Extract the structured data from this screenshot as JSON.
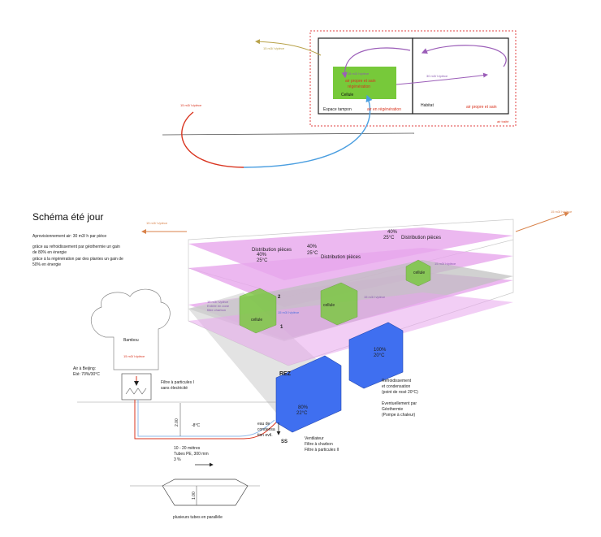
{
  "top_diagram": {
    "flow_left_top": "15 m3/ h/pièce",
    "flow_left_mid": "15 m3/ h/pièce",
    "flow_cell_inner": "15 m3/ h/pièce",
    "flow_habitat": "30 m3/ h/pièce",
    "cell_text_1": "air propre et sain",
    "cell_text_2": "régénération",
    "cell_label": "Cellule",
    "espace_tampon": "Espace tampon",
    "air_regeneration": "air en régénération",
    "habitat": "Habitat",
    "air_propre": "air propre et sain",
    "air_traite": "air traité"
  },
  "main_diagram": {
    "title": "Schéma été jour",
    "intro_1": "Aprovisionnement air: 30 m3/ h par pièce",
    "intro_2": "grâce au refroidissement par géothermie un gain",
    "intro_3": "de 80% en énergie",
    "intro_4": "grâce à la régénération par des plantes un gain de",
    "intro_5": "50% en  énergie",
    "flow_out_left": "15 m3/ h/pièce",
    "flow_out_right": "15 m3/ h/pièce",
    "dist_1_a": "Distribution pièces",
    "dist_1_b": "40%",
    "dist_1_c": "25°C",
    "dist_2_a": "40%",
    "dist_2_b": "25°C",
    "dist_2_c": "Distribution pièces",
    "dist_3_a": "40%",
    "dist_3_b": "25°C",
    "dist_3_c": "Distribution pièces",
    "cellule_1": "cellule",
    "cellule_2": "cellule",
    "cellule_3": "cellule",
    "cell_note_a": "15 m3/ h/pièce",
    "cell_note_b": "Entrée en zone",
    "cell_note_c": "filtre charbon",
    "cell_flow_1": "15 m3/ h/pièce",
    "cell_flow_2": "15 m3/ h/pièce",
    "cell_flow_3": "15 m3/ h/pièce",
    "floor_2": "2",
    "floor_1": "1",
    "rez": "REZ",
    "ss": "SS",
    "box_front_1": "80%",
    "box_front_2": "22°C",
    "box_back_1": "100%",
    "box_back_2": "20°C",
    "bambou": "Bambou",
    "bambou_flow": "15 m3/ h/pièce",
    "air_beijing_1": "Air à Beijing:",
    "air_beijing_2": "Eté: 70%/30°C",
    "filtre_1": "Filtre à particules I",
    "filtre_2": "sans électricité",
    "refr_1": "Refroidissement",
    "refr_2": "et condensation",
    "refr_3": "(point de rosé 20°C)",
    "eventuel_1": "Eventuellement par",
    "eventuel_2": "Géothermie",
    "eventuel_3": "(Pompe à chaleur)",
    "vent_1": "Ventilateur",
    "vent_2": "Filtre à charbon",
    "vent_3": "Filtre à particules II",
    "eau_1": "eau de",
    "eau_2": "condensa",
    "eau_3": "tion evtl.",
    "depth_200": "2.00",
    "temp_8": "-8°C",
    "tubes_1": "10 - 20 mètres",
    "tubes_2": "Tubes PE, 300 mm",
    "tubes_3": "3 %",
    "depth_100": "1.00",
    "plusieurs": "plusieurs tubes en parallèle"
  },
  "colors": {
    "cell_green": "#77c93a",
    "floor_pink": "#e7a6ec",
    "box_blue": "#3f6ff0",
    "air_red": "#d9341f",
    "air_blue": "#4a9ee0",
    "purple_arrow": "#9b5db8",
    "olive_arrow": "#b8a24a",
    "orange_arrow": "#d8824a",
    "border_red": "#e04040"
  }
}
